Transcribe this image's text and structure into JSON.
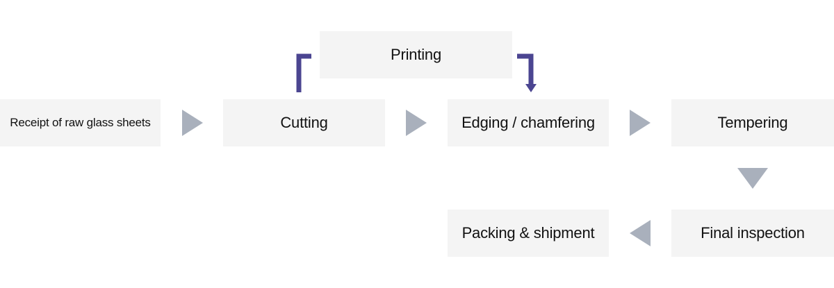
{
  "steps": {
    "receipt": "Receipt of raw glass sheets",
    "cutting": "Cutting",
    "printing": "Printing",
    "edging": "Edging / chamfering",
    "tempering": "Tempering",
    "inspection": "Final inspection",
    "packing": "Packing & shipment"
  },
  "colors": {
    "box_fill": "#f4f4f4",
    "flow_arrow": "#a9b0bc",
    "branch_arrow": "#4b4591"
  }
}
